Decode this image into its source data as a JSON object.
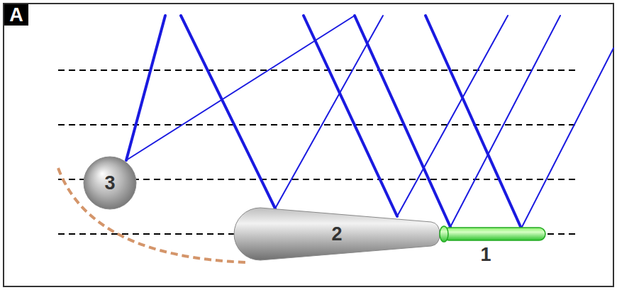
{
  "diagram": {
    "nodes": [
      {
        "text": [
          "3"
        ]
      },
      {
        "text": [
          "2"
        ]
      },
      {
        "text": [
          "1"
        ]
      }
    ],
    "labels": [
      "A"
    ]
  }
}
